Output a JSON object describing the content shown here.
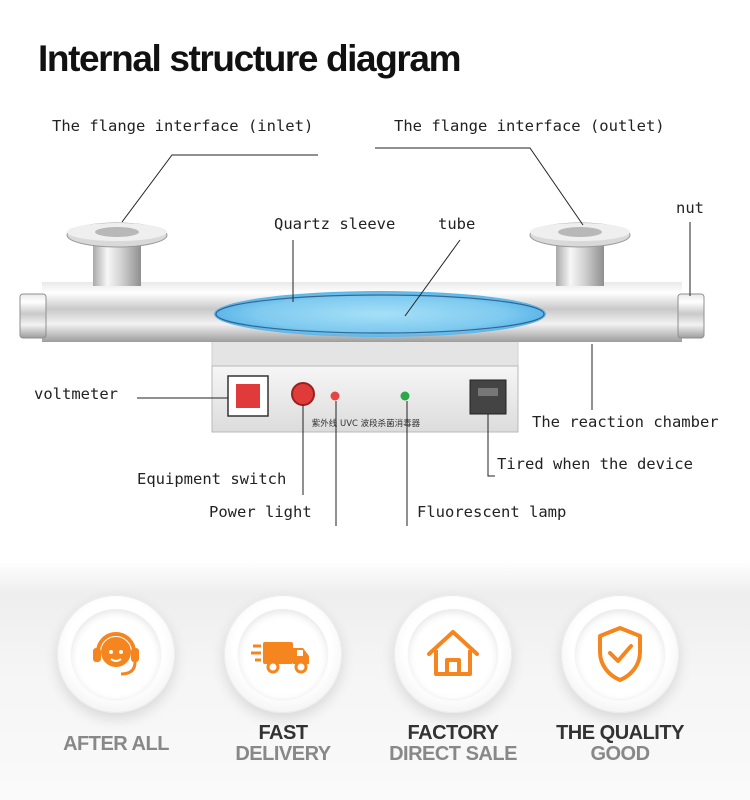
{
  "title": "Internal structure diagram",
  "labels": {
    "flange_inlet": "The flange interface (inlet)",
    "flange_outlet": "The flange interface (outlet)",
    "nut": "nut",
    "quartz_sleeve": "Quartz sleeve",
    "tube": "tube",
    "voltmeter": "voltmeter",
    "reaction_chamber": "The reaction chamber",
    "timer": "Tired when the device",
    "equipment_switch": "Equipment switch",
    "power_light": "Power light",
    "fluorescent_lamp": "Fluorescent lamp",
    "panel_text": "紫外线 UVC 波段杀菌消毒器"
  },
  "colors": {
    "lamp_glow": "#86d0f0",
    "switch_red": "#e03a3a",
    "power_led": "#e54545",
    "green_led": "#2aa84a",
    "accent_orange": "#f5861f"
  },
  "features": [
    {
      "icon": "headset-icon",
      "line1": "",
      "line2": "AFTER ALL"
    },
    {
      "icon": "delivery-truck-icon",
      "line1": "FAST",
      "line2": "DELIVERY"
    },
    {
      "icon": "house-icon",
      "line1": "FACTORY",
      "line2": "DIRECT SALE"
    },
    {
      "icon": "shield-check-icon",
      "line1": "THE QUALITY",
      "line2": "GOOD"
    }
  ]
}
